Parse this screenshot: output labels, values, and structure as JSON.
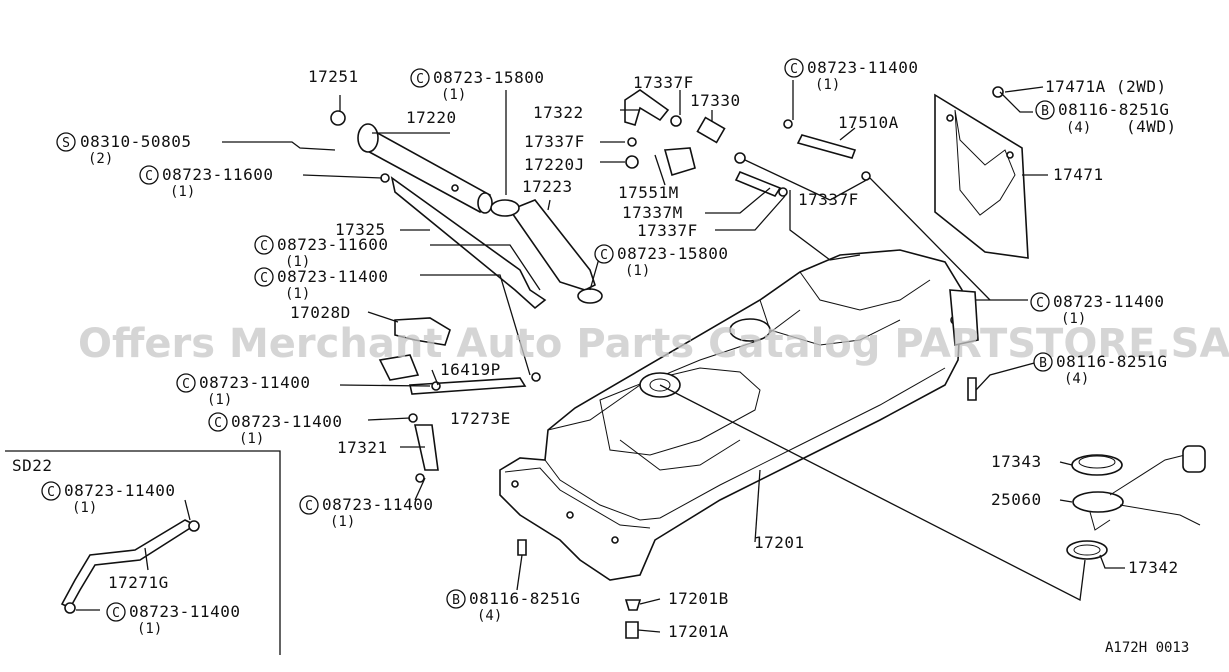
{
  "drawing_id": "A172H 0013",
  "watermark": "Offers Merchant Auto Parts Catalog PARTSTORE.SA",
  "inset": {
    "title": "SD22"
  },
  "labels": {
    "l17251": "17251",
    "l17220": "17220",
    "l08310": "08310-50805",
    "q2a": "(2)",
    "l08723_11600a": "08723-11600",
    "q1a": "(1)",
    "l08723_15800a": "08723-15800",
    "q1b": "(1)",
    "l17325": "17325",
    "l08723_11600b": "08723-11600",
    "q1c": "(1)",
    "l08723_11400a": "08723-11400",
    "q1d": "(1)",
    "l17028D": "17028D",
    "l16419P": "16419P",
    "l08723_11400b": "08723-11400",
    "q1e": "(1)",
    "l08723_11400c": "08723-11400",
    "q1f": "(1)",
    "l17273E": "17273E",
    "l17321": "17321",
    "l08723_11400d": "08723-11400",
    "q1g": "(1)",
    "l17337F_a": "17337F",
    "l17322": "17322",
    "l17330": "17330",
    "l17337F_b": "17337F",
    "l17220J": "17220J",
    "l17223": "17223",
    "l17551M": "17551M",
    "l17337M": "17337M",
    "l17337F_c": "17337F",
    "l08723_15800b": "08723-15800",
    "q1h": "(1)",
    "l08723_11400e": "08723-11400",
    "q1i": "(1)",
    "l17510A": "17510A",
    "l17337F_d": "17337F",
    "l17471A": "17471A (2WD)",
    "l08116_a": "08116-8251G",
    "q4a": "(4)",
    "l4wd": "(4WD)",
    "l17471": "17471",
    "l08723_11400f": "08723-11400",
    "q1j": "(1)",
    "l08116_b": "08116-8251G",
    "q4b": "(4)",
    "l17343": "17343",
    "l25060": "25060",
    "l17342": "17342",
    "l17201": "17201",
    "l08116_c": "08116-8251G",
    "q4c": "(4)",
    "l17201B": "17201B",
    "l17201A": "17201A",
    "l08723_11400g": "08723-11400",
    "q1k": "(1)",
    "l17271G": "17271G",
    "l08723_11400h": "08723-11400",
    "q1l": "(1)"
  },
  "symbols": {
    "s": "S",
    "c": "C",
    "b": "B"
  }
}
